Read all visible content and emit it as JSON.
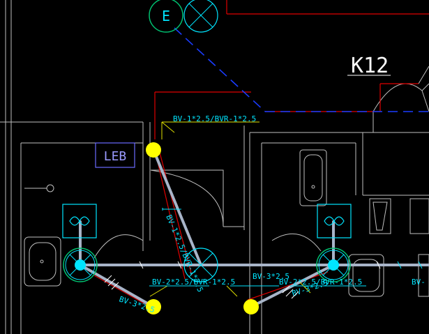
{
  "drawing": {
    "room_tag": "K12",
    "panel_label": "LEB",
    "meter_symbol": "E"
  },
  "wire_labels": {
    "top": "BV-1*2.5/BVR-1*2.5",
    "vertical": "BV-1*2.5/BVR-1*2.5",
    "lower_left_a": "BV-2*2.5/BVR-1*2.5",
    "lower_left_b": "BV-3*2.5",
    "mid": "BV-3*2.5",
    "lower_mid": "BV-2*2.5/BVR-1*2.5",
    "lower_mid_b": "BV-3*2.5",
    "right_edge": "BV-"
  },
  "colors": {
    "background": "#000000",
    "wall": "#bfbfbf",
    "boundary": "#e00000",
    "dash": "#1a3cff",
    "symbol": "#00e5ff",
    "wire": "#a8b4c8",
    "junction": "#ffff00",
    "green": "#00c070"
  }
}
